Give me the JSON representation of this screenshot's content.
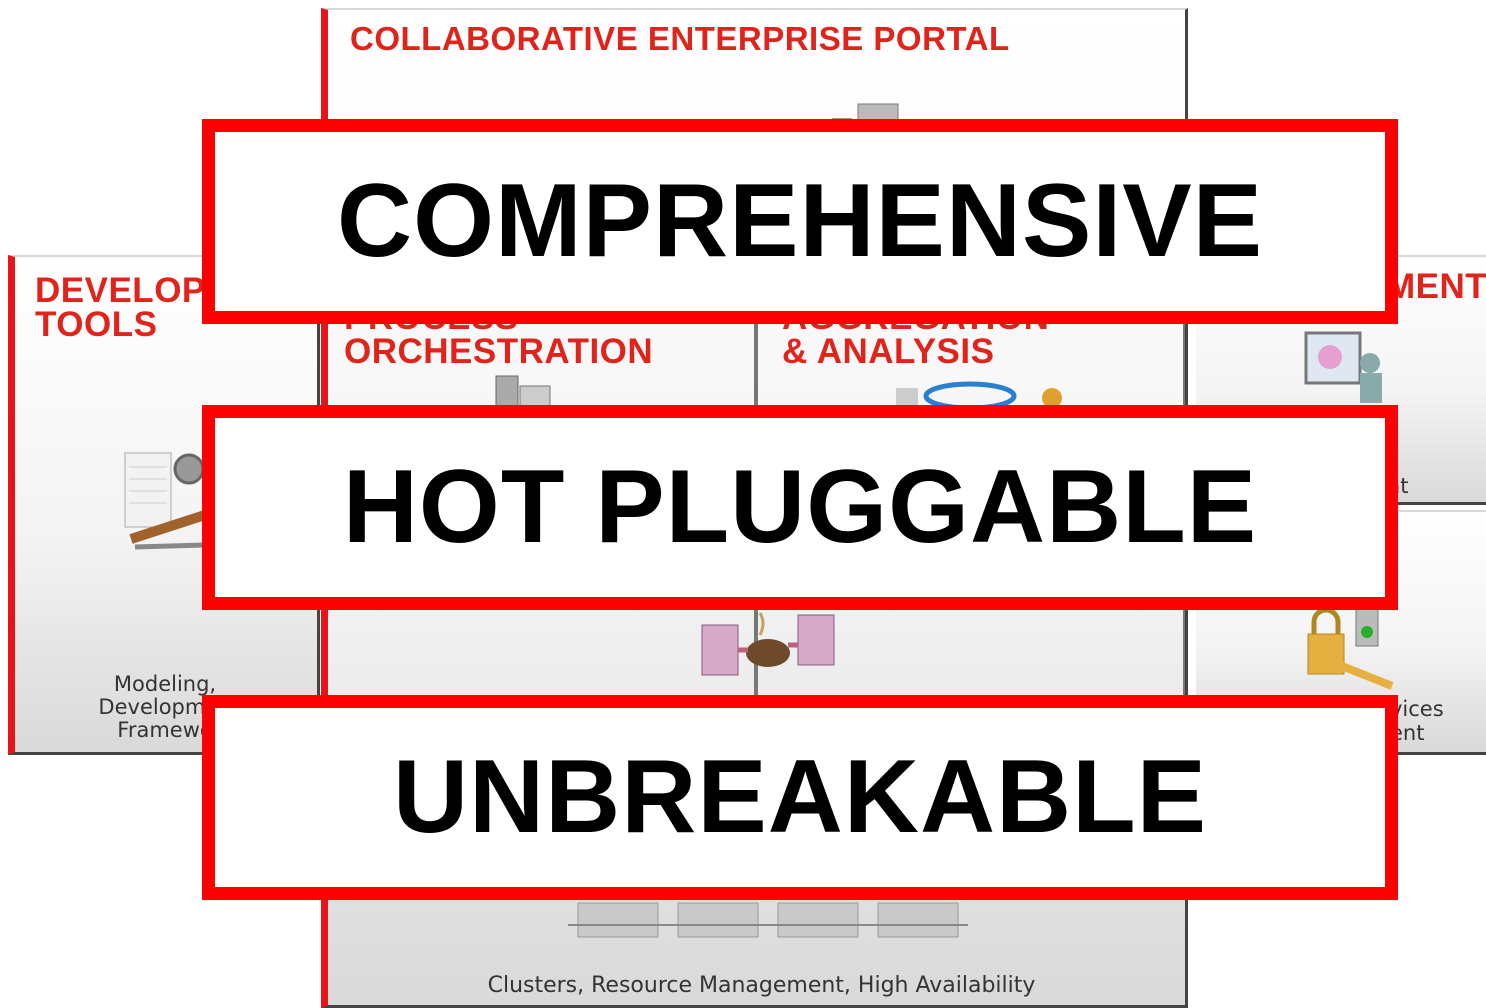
{
  "panels": {
    "portal": {
      "title": "COLLABORATIVE ENTERPRISE PORTAL",
      "caption": "Clusters, Resource Management, High Availability"
    },
    "dev_tools": {
      "title_line1": "DEVELOP",
      "title_line2": "TOOLS",
      "caption": "Modeling,\nDevelopmen\nFramewo"
    },
    "process": {
      "title_line1": "PROCESS",
      "title_line2": "ORCHESTRATION"
    },
    "aggregation": {
      "title_line1": "AGGREGATION",
      "title_line2": "& ANALYSIS"
    },
    "management": {
      "title": "MENT",
      "caption": "ent"
    },
    "security": {
      "caption_line1": "vices",
      "caption_line2": "ent"
    }
  },
  "banners": {
    "top": "COMPREHENSIVE",
    "middle": "HOT PLUGGABLE",
    "bottom": "UNBREAKABLE"
  },
  "colors": {
    "accent": "#ff0000",
    "title_red": "#e0241c"
  }
}
